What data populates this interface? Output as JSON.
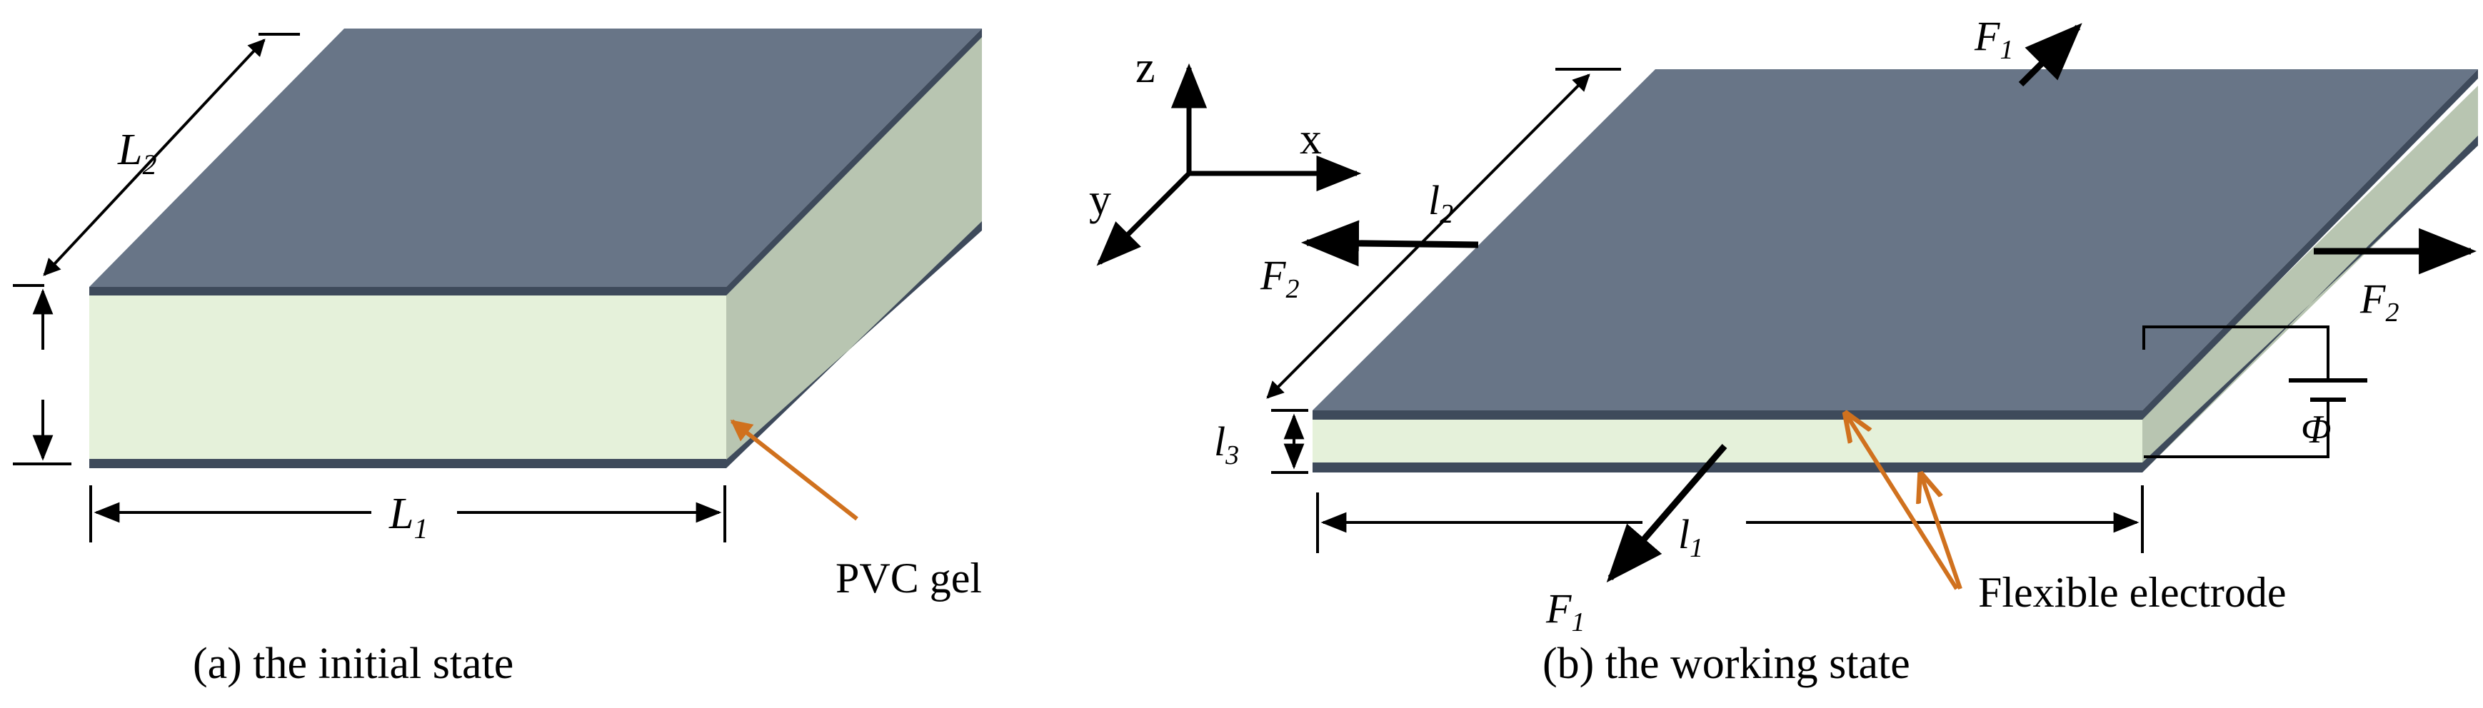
{
  "colors": {
    "electrode_top": "#687587",
    "electrode_edge": "#3e4a5b",
    "gel_front": "#e5f1da",
    "gel_side": "#b8c5b1",
    "pointer": "#d0711e",
    "ink": "#000000"
  },
  "panel_a": {
    "caption": "(a) the initial state",
    "dim_L1": {
      "base": "L",
      "sub": "1"
    },
    "dim_L2": {
      "base": "L",
      "sub": "2"
    },
    "pvc_label": "PVC gel"
  },
  "panel_b": {
    "caption": "(b) the working state",
    "axes": {
      "z": "z",
      "x": "x",
      "y": "y"
    },
    "dim_l1": {
      "base": "l",
      "sub": "1"
    },
    "dim_l2": {
      "base": "l",
      "sub": "2"
    },
    "dim_l3": {
      "base": "l",
      "sub": "3"
    },
    "force_F1": {
      "base": "F",
      "sub": "1"
    },
    "force_F2": {
      "base": "F",
      "sub": "2"
    },
    "voltage": "Φ",
    "electrode_label": "Flexible electrode"
  }
}
